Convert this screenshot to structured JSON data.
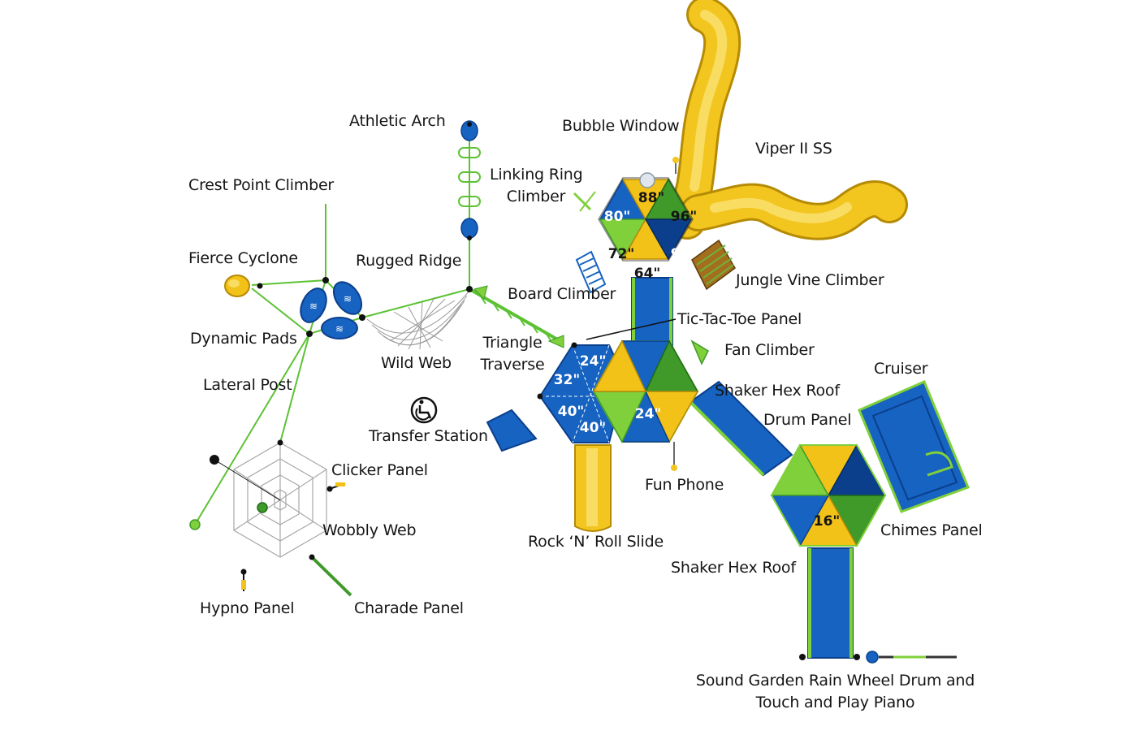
{
  "labels": {
    "athletic_arch": "Athletic Arch",
    "bubble_window": "Bubble Window",
    "viper": "Viper II SS",
    "linking_ring_1": "Linking Ring",
    "linking_ring_2": "Climber",
    "crest_point": "Crest Point Climber",
    "fierce_cyclone": "Fierce Cyclone",
    "rugged_ridge": "Rugged Ridge",
    "jungle_vine": "Jungle Vine Climber",
    "board_climber": "Board Climber",
    "tic_tac_toe": "Tic-Tac-Toe Panel",
    "dynamic_pads": "Dynamic Pads",
    "triangle_traverse_1": "Triangle",
    "triangle_traverse_2": "Traverse",
    "fan_climber": "Fan Climber",
    "wild_web": "Wild Web",
    "cruiser": "Cruiser",
    "lateral_post": "Lateral Post",
    "shaker_hex_roof_top": "Shaker Hex Roof",
    "drum_panel": "Drum Panel",
    "transfer_station": "Transfer Station",
    "clicker_panel": "Clicker Panel",
    "fun_phone": "Fun Phone",
    "wobbly_web": "Wobbly Web",
    "chimes_panel": "Chimes Panel",
    "rock_n_roll": "Rock ‘N’ Roll Slide",
    "shaker_hex_roof_bottom": "Shaker Hex Roof",
    "hypno_panel": "Hypno Panel",
    "charade_panel": "Charade Panel",
    "sound_garden_1": "Sound Garden Rain Wheel Drum and",
    "sound_garden_2": "Touch and Play Piano"
  },
  "deck_heights": {
    "top_80": "80\"",
    "top_88": "88\"",
    "top_96a": "96\"",
    "top_72": "72\"",
    "top_64": "64\"",
    "top_96b": "96\"",
    "mid_24a": "24\"",
    "mid_32": "32\"",
    "mid_40a": "40\"",
    "mid_40b": "40\"",
    "mid_24b": "24\"",
    "right_16": "16\""
  },
  "colors": {
    "blue": "#1763c2",
    "dark_blue": "#0b3f8c",
    "yellow": "#f3c218",
    "green": "#7fd03a",
    "dark_green": "#3f9a2a",
    "slide_yellow": "#f2c51f",
    "line_green": "#5cc234",
    "text": "#151515"
  },
  "icons": [
    "accessibility-icon"
  ]
}
